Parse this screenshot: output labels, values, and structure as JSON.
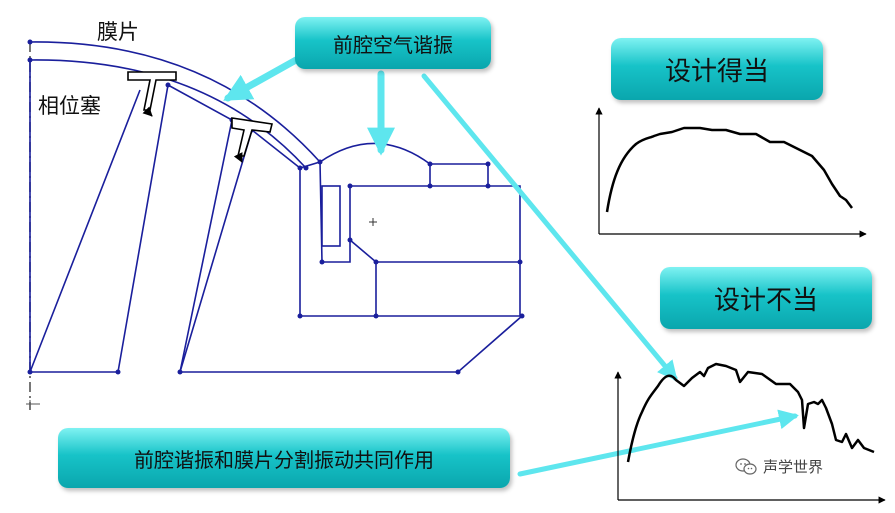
{
  "labels": {
    "diaphragm": "膜片",
    "phase_plug": "相位塞",
    "front_cavity": "前腔空气谐振",
    "good_design": "设计得当",
    "bad_design": "设计不当",
    "combined": "前腔谐振和膜片分割振动共同作用"
  },
  "watermark": {
    "text": "声学世界"
  },
  "colors": {
    "drawing": "#1a1f9c",
    "arrow": "#5ee6ee",
    "box_top": "#7ff2f2",
    "box_bottom": "#0aa6ad",
    "curve": "#000000"
  }
}
